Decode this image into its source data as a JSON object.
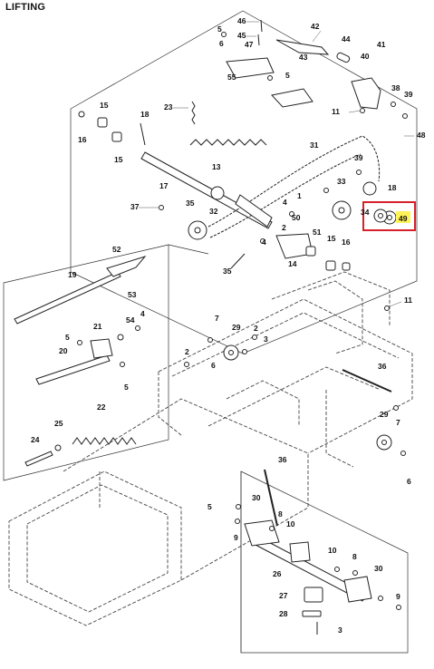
{
  "title": "LIFTING",
  "highlight": {
    "label": "49",
    "box_color": "#d6202a",
    "fill_color": "#fff35a"
  },
  "labels": {
    "l46": "46",
    "l45": "45",
    "l47": "47",
    "l42": "42",
    "l44": "44",
    "l43": "43",
    "l5a": "5",
    "l6a": "6",
    "l55": "55",
    "l5b": "5",
    "l41": "41",
    "l40": "40",
    "l38": "38",
    "l39": "39",
    "l11a": "11",
    "l48": "48",
    "l15a": "15",
    "l16a": "16",
    "l15b": "15",
    "l18a": "18",
    "l23": "23",
    "l17": "17",
    "l13": "13",
    "l31": "31",
    "l39b": "39",
    "l33": "33",
    "l18b": "18",
    "l34": "34",
    "l49": "49",
    "l37": "37",
    "l35": "35",
    "l32": "32",
    "l4a": "4",
    "l1": "1",
    "l50": "50",
    "l2a": "2",
    "l4b": "4",
    "l51": "51",
    "l15c": "15",
    "l16b": "16",
    "l14": "14",
    "l35b": "35",
    "l52": "52",
    "l19": "19",
    "l53": "53",
    "l5c": "5",
    "l21": "21",
    "l54": "54",
    "l4c": "4",
    "l20": "20",
    "l5d": "5",
    "l22": "22",
    "l25": "25",
    "l24": "24",
    "l11b": "11",
    "l7a": "7",
    "l29a": "29",
    "l2b": "2",
    "l3a": "3",
    "l6b": "6",
    "l2c": "2",
    "l36a": "36",
    "l29b": "29",
    "l7b": "7",
    "l6c": "6",
    "l36b": "36",
    "l5e": "5",
    "l30a": "30",
    "l8a": "8",
    "l10a": "10",
    "l9a": "9",
    "l26": "26",
    "l10b": "10",
    "l8b": "8",
    "l30b": "30",
    "l9b": "9",
    "l27": "27",
    "l28": "28",
    "l3b": "3"
  }
}
